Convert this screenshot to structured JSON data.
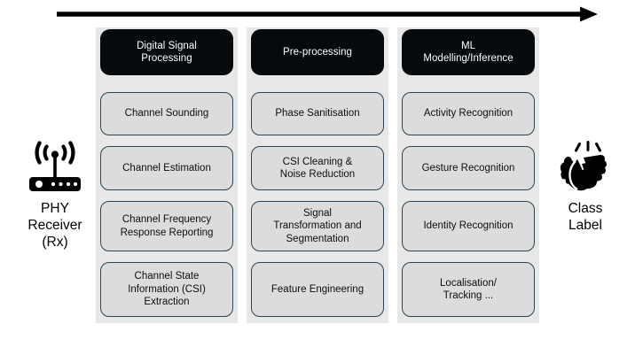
{
  "diagram": {
    "flow_arrow": {
      "direction": "left-to-right"
    },
    "endpoints": {
      "left": {
        "icon": "wifi-router-antenna-icon",
        "label": "PHY\nReceiver\n(Rx)"
      },
      "right": {
        "icon": "clapping-hands-icon",
        "label": "Class\nLabel"
      }
    },
    "columns": [
      {
        "header": "Digital Signal\nProcessing",
        "stages": [
          "Channel Sounding",
          "Channel Estimation",
          "Channel Frequency\nResponse Reporting",
          "Channel State\nInformation (CSI)\nExtraction"
        ]
      },
      {
        "header": "Pre-processing",
        "stages": [
          "Phase Sanitisation",
          "CSI Cleaning &\nNoise Reduction",
          "Signal\nTransformation and\nSegmentation",
          "Feature Engineering"
        ]
      },
      {
        "header": "ML\nModelling/Inference",
        "stages": [
          "Activity Recognition",
          "Gesture Recognition",
          "Identity Recognition",
          "Localisation/\nTracking ..."
        ]
      }
    ],
    "colors": {
      "header_bg": "#060a0d",
      "header_text": "#ffffff",
      "stage_bg": "#dcdcdc",
      "stage_border": "#2b4553",
      "column_bg": "#e8e8e8",
      "arrow": "#000000",
      "page_bg": "#ffffff"
    }
  }
}
